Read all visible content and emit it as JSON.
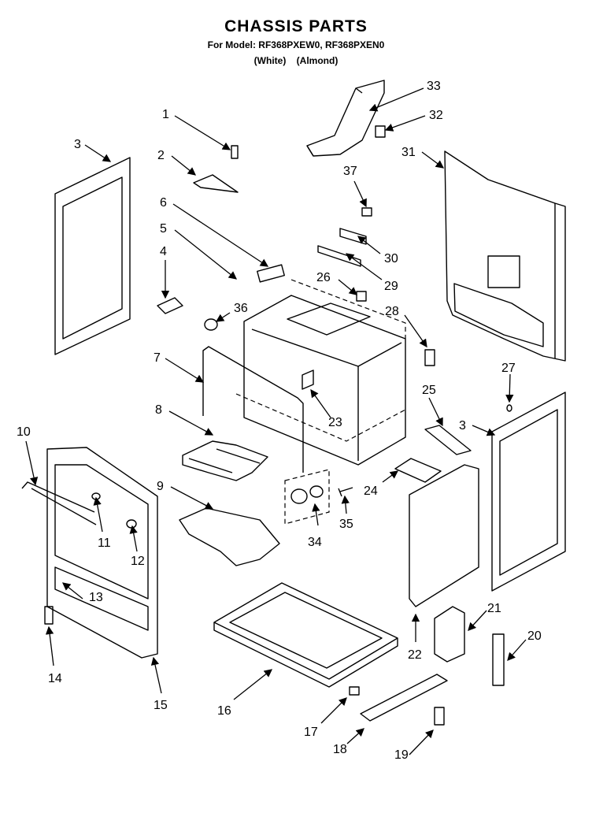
{
  "header": {
    "title": "CHASSIS PARTS",
    "model_line": "For Model: RF368PXEW0, RF368PXEN0",
    "variant_white": "(White)",
    "variant_almond": "(Almond)"
  },
  "callouts": [
    "1",
    "2",
    "3",
    "4",
    "5",
    "6",
    "7",
    "8",
    "9",
    "10",
    "11",
    "12",
    "13",
    "14",
    "15",
    "16",
    "17",
    "18",
    "19",
    "20",
    "21",
    "22",
    "23",
    "24",
    "25",
    "26",
    "27",
    "28",
    "29",
    "30",
    "31",
    "32",
    "33",
    "34",
    "35",
    "36",
    "37"
  ]
}
